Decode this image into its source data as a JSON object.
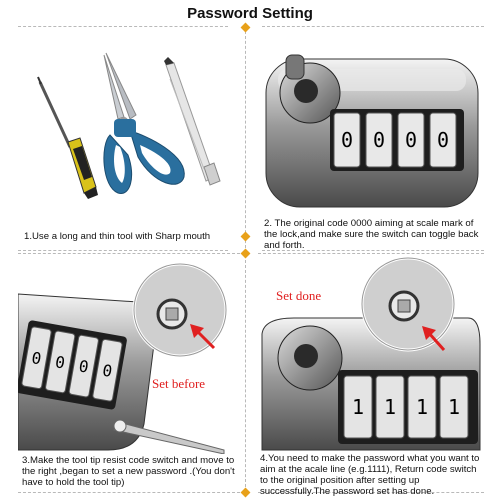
{
  "title": "Password Setting",
  "steps": [
    {
      "caption": "1.Use a long and thin tool  with  Sharp mouth"
    },
    {
      "caption": "2. The original code 0000 aiming at scale mark of the lock,and  make sure the switch can toggle back and forth."
    },
    {
      "caption": "3.Make the tool tip resist code switch and move to the right ,began to set a new password .(You don't have to hold the tool tip)",
      "label": "Set before"
    },
    {
      "caption": "4.You need to make the password what you want to aim at the acale line (e.g.1111), Return code switch to the original position after setting up successfully.The password set has done.",
      "label": "Set done"
    }
  ],
  "dials": {
    "step2": [
      "0",
      "0",
      "0",
      "0"
    ],
    "step3": [
      "0",
      "0",
      "0",
      "0"
    ],
    "step4": [
      "1",
      "1",
      "1",
      "1"
    ]
  },
  "colors": {
    "accent": "#e8a11a",
    "arrow": "#e02020",
    "scissor_handle": "#2a6f9e",
    "screwdriver_handle": "#d9c21a"
  },
  "icons": [
    "screwdriver-icon",
    "scissors-icon",
    "pen-icon",
    "lock-icon",
    "arrow-icon"
  ]
}
